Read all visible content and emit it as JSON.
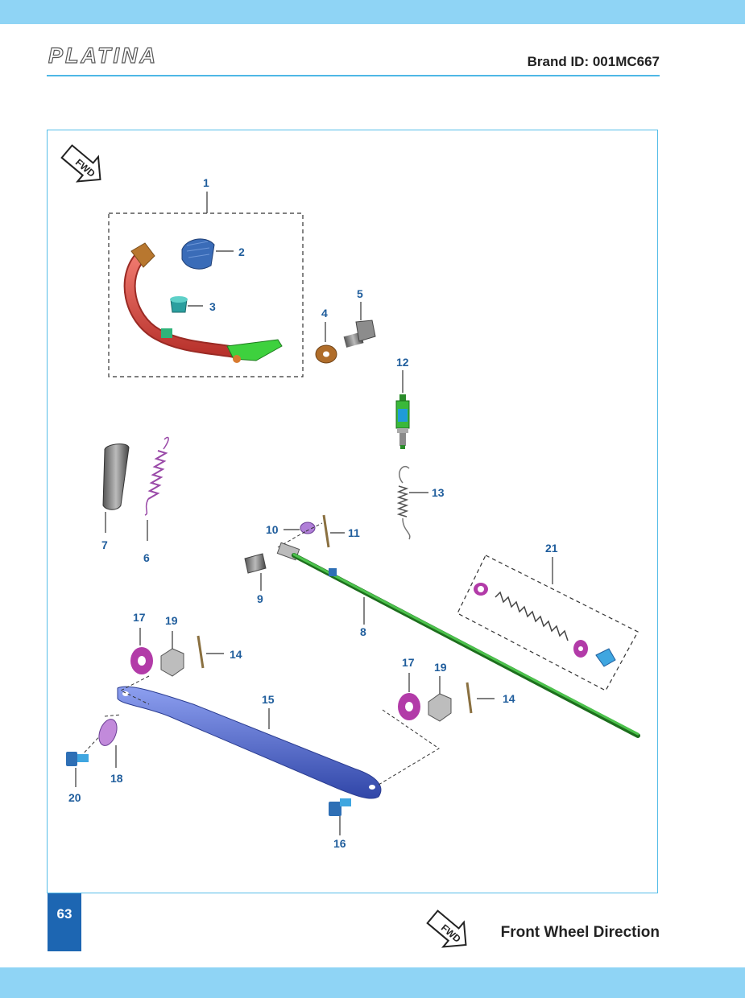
{
  "header": {
    "logo_text": "PLATINA",
    "brand_id": "Brand ID: 001MC667"
  },
  "diagram": {
    "fwd_arrow_text": "FWD",
    "callouts": [
      {
        "id": "c1",
        "label": "1"
      },
      {
        "id": "c2",
        "label": "2"
      },
      {
        "id": "c3",
        "label": "3"
      },
      {
        "id": "c4",
        "label": "4"
      },
      {
        "id": "c5",
        "label": "5"
      },
      {
        "id": "c6",
        "label": "6"
      },
      {
        "id": "c7",
        "label": "7"
      },
      {
        "id": "c8",
        "label": "8"
      },
      {
        "id": "c9",
        "label": "9"
      },
      {
        "id": "c10",
        "label": "10"
      },
      {
        "id": "c11",
        "label": "11"
      },
      {
        "id": "c12",
        "label": "12"
      },
      {
        "id": "c13",
        "label": "13"
      },
      {
        "id": "c14a",
        "label": "14"
      },
      {
        "id": "c14b",
        "label": "14"
      },
      {
        "id": "c15",
        "label": "15"
      },
      {
        "id": "c16",
        "label": "16"
      },
      {
        "id": "c17a",
        "label": "17"
      },
      {
        "id": "c17b",
        "label": "17"
      },
      {
        "id": "c18",
        "label": "18"
      },
      {
        "id": "c19a",
        "label": "19"
      },
      {
        "id": "c19b",
        "label": "19"
      },
      {
        "id": "c20",
        "label": "20"
      },
      {
        "id": "c21",
        "label": "21"
      }
    ],
    "colors": {
      "pedal": "#d9473f",
      "rod": "#2f9a2f",
      "link": "#4a63c8",
      "washer_purple": "#b23ba8",
      "part_blue": "#2e6fb5",
      "frame": "#55bde8",
      "callout_text": "#1f5d9c"
    }
  },
  "footer": {
    "page_number": "63",
    "legend_arrow_text": "FWD",
    "legend_label": "Front Wheel Direction"
  }
}
